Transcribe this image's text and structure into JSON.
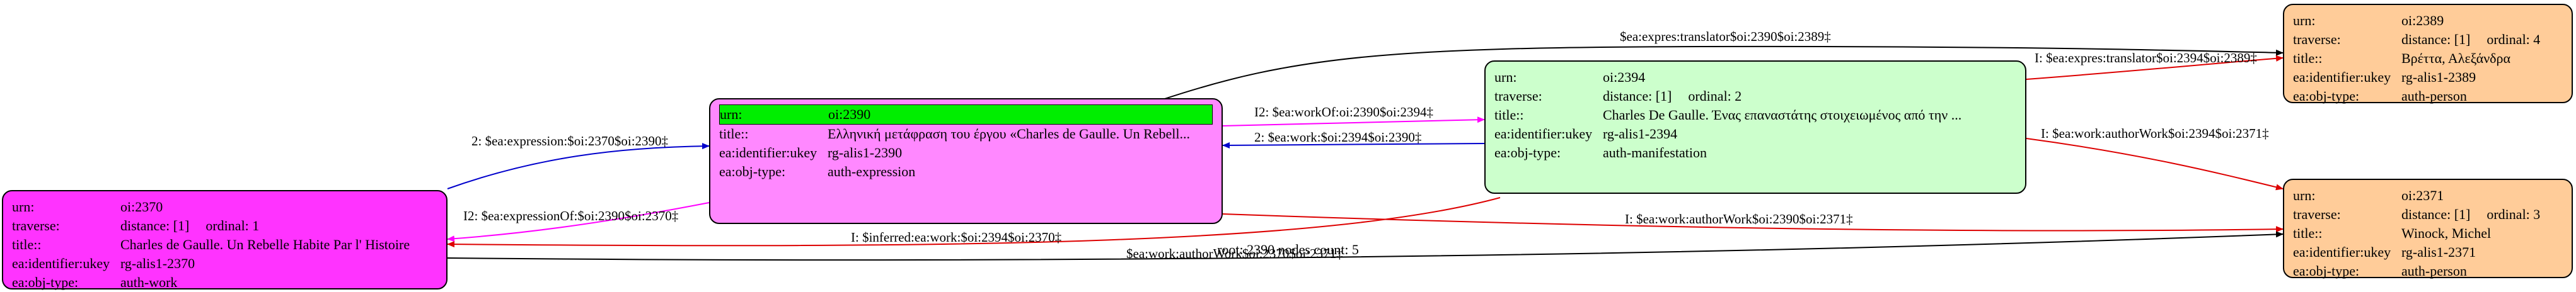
{
  "colors": {
    "magenta": "#ff33ff",
    "pink": "#ff88ff",
    "green": "#ccffcc",
    "orange": "#ffcc99",
    "highlight": "#00ee00",
    "blue_edge": "#0000cc",
    "red_edge": "#dd0000",
    "magenta_edge": "#ff00ff",
    "black_edge": "#000000"
  },
  "labels": {
    "urn": "urn:",
    "traverse": "traverse:",
    "title": "title::",
    "ukey": "ea:identifier:ukey",
    "objtype": "ea:obj-type:"
  },
  "nodes": {
    "oi2370": {
      "urn": "oi:2370",
      "distance": "distance: [1]",
      "ordinal": "ordinal: 1",
      "title": "Charles de Gaulle. Un Rebelle Habite Par l' Histoire",
      "ukey": "rg-alis1-2370",
      "objtype": "auth-work"
    },
    "oi2390": {
      "urn": "oi:2390",
      "title": "Ελληνική μετάφραση του έργου «Charles de Gaulle. Un Rebell...",
      "ukey": "rg-alis1-2390",
      "objtype": "auth-expression"
    },
    "oi2394": {
      "urn": "oi:2394",
      "distance": "distance: [1]",
      "ordinal": "ordinal: 2",
      "title": "Charles De Gaulle. Ένας επαναστάτης στοιχειωμένος από την ...",
      "ukey": "rg-alis1-2394",
      "objtype": "auth-manifestation"
    },
    "oi2389": {
      "urn": "oi:2389",
      "distance": "distance: [1]",
      "ordinal": "ordinal: 4",
      "title": "Βρέττα, Αλεξάνδρα",
      "ukey": "rg-alis1-2389",
      "objtype": "auth-person"
    },
    "oi2371": {
      "urn": "oi:2371",
      "distance": "distance: [1]",
      "ordinal": "ordinal: 3",
      "title": "Winock, Michel",
      "ukey": "rg-alis1-2371",
      "objtype": "auth-person"
    }
  },
  "edges": [
    {
      "label": "$ea:expres:translator$oi:2390$oi:2389‡"
    },
    {
      "label": "I: $ea:expres:translator$oi:2394$oi:2389‡"
    },
    {
      "label": "I2: $ea:workOf:oi:2390$oi:2394‡"
    },
    {
      "label": "2: $ea:work:$oi:2394$oi:2390‡"
    },
    {
      "label": "I: $ea:work:authorWork$oi:2394$oi:2371‡"
    },
    {
      "label": "2: $ea:expression:$oi:2370$oi:2390‡"
    },
    {
      "label": "I2: $ea:expressionOf:$oi:2390$oi:2370‡"
    },
    {
      "label": "I: $ea:work:authorWork$oi:2390$oi:2371‡"
    },
    {
      "label": "I: $inferred:ea:work:$oi:2394$oi:2370‡"
    },
    {
      "label": "$ea:work:authorWork$oi:2370$oi:2371‡"
    }
  ],
  "footer": "root: 2390 nodes count: 5"
}
